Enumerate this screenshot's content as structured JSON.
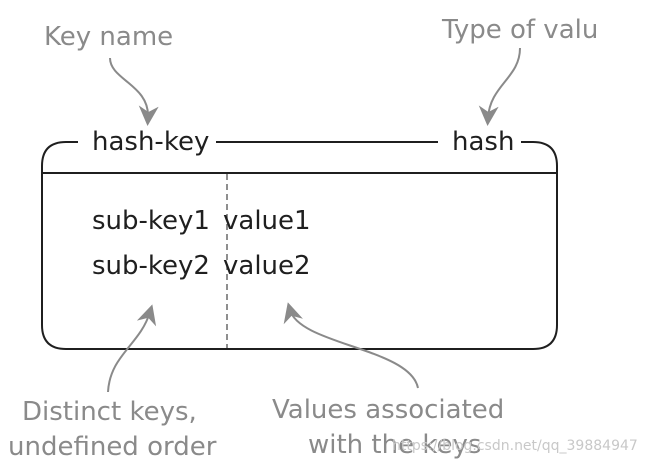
{
  "annotations": {
    "key_name": "Key name",
    "type_of_value": "Type of valu",
    "distinct_keys_line1": "Distinct keys,",
    "distinct_keys_line2": "undefined order",
    "values_assoc_line1": "Values associated",
    "values_assoc_line2": "with the keys"
  },
  "record": {
    "key": "hash-key",
    "type": "hash",
    "rows": [
      {
        "sub_key": "sub-key1",
        "value": "value1"
      },
      {
        "sub_key": "sub-key2",
        "value": "value2"
      }
    ]
  },
  "watermark": "https://blog.csdn.net/qq_39884947",
  "colors": {
    "annotation": "#8a8a8a",
    "outline": "#1f1f1f",
    "arrow": "#8a8a8a"
  }
}
